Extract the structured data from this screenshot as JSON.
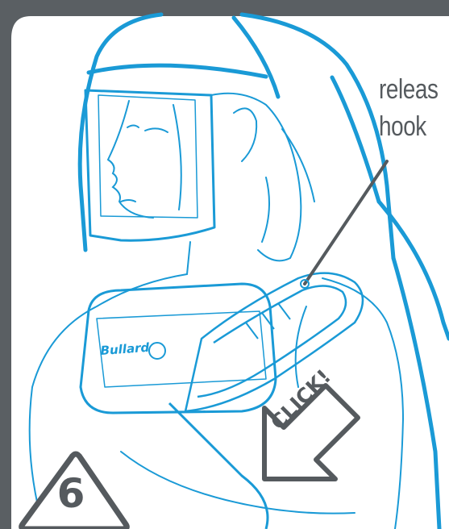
{
  "callout": {
    "line1": "releas",
    "line2": "hook"
  },
  "step": {
    "number": "6"
  },
  "arrow": {
    "label": "CLICK!"
  },
  "colors": {
    "frame": "#5a5f63",
    "line_art": "#1a9ad6",
    "text": "#555a5e",
    "background": "#ffffff"
  },
  "icons": {
    "step_badge": "triangle-badge",
    "click_arrow": "arrow-down-left-icon"
  }
}
